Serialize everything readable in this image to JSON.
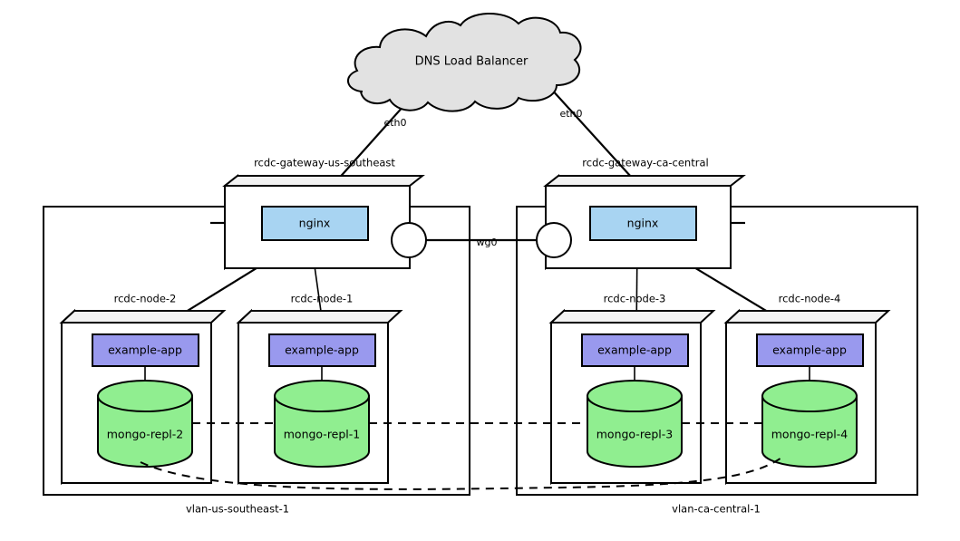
{
  "diagram": {
    "title_node": "DNS Load Balancer",
    "cloud": {
      "label": "DNS Load Balancer"
    },
    "interfaces": {
      "eth0_left": "eth0",
      "eth0_right": "eth0",
      "wg0": "wg0"
    },
    "gateways": [
      {
        "id": "gw-left",
        "label": "rcdc-gateway-us-southeast",
        "service": "nginx"
      },
      {
        "id": "gw-right",
        "label": "rcdc-gateway-ca-central",
        "service": "nginx"
      }
    ],
    "nodes": [
      {
        "id": "node-2",
        "label": "rcdc-node-2",
        "app": "example-app",
        "db": "mongo-repl-2"
      },
      {
        "id": "node-1",
        "label": "rcdc-node-1",
        "app": "example-app",
        "db": "mongo-repl-1"
      },
      {
        "id": "node-3",
        "label": "rcdc-node-3",
        "app": "example-app",
        "db": "mongo-repl-3"
      },
      {
        "id": "node-4",
        "label": "rcdc-node-4",
        "app": "example-app",
        "db": "mongo-repl-4"
      }
    ],
    "vlans": [
      {
        "id": "vlan-left",
        "label": "vlan-us-southeast-1"
      },
      {
        "id": "vlan-right",
        "label": "vlan-ca-central-1"
      }
    ],
    "colors": {
      "app_fill": "#9999ee",
      "db_fill": "#90ee90",
      "service_fill": "#a8d4f2",
      "cloud_fill": "#e2e2e2",
      "box_face": "#ffffff",
      "box_side": "#eeeeee",
      "stroke": "#000000"
    }
  }
}
